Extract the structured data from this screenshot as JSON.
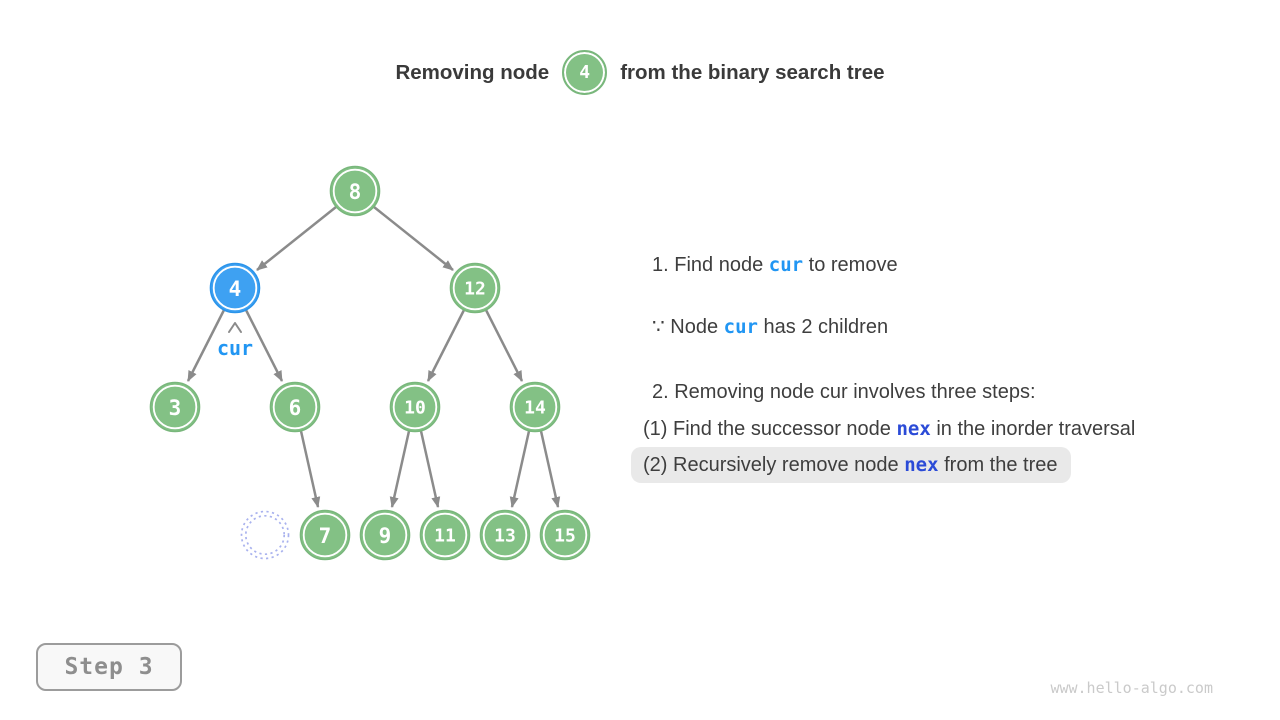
{
  "title": {
    "pre": "Removing node",
    "node_value": "4",
    "post": "from the binary search tree"
  },
  "tree": {
    "nodes": [
      {
        "value": "8"
      },
      {
        "value": "4"
      },
      {
        "value": "12"
      },
      {
        "value": "3"
      },
      {
        "value": "6"
      },
      {
        "value": "10"
      },
      {
        "value": "14"
      },
      {
        "value": "7"
      },
      {
        "value": "9"
      },
      {
        "value": "11"
      },
      {
        "value": "13"
      },
      {
        "value": "15"
      }
    ],
    "pointer_label": "cur",
    "highlighted_node": "4",
    "empty_slot": "left child of 6 (dotted placeholder)"
  },
  "instructions": {
    "line1": {
      "pre": "1. Find node ",
      "kw": "cur",
      "post": " to remove"
    },
    "line2": {
      "pre": "∵ Node ",
      "kw": "cur",
      "post": " has 2 children"
    },
    "line3": "2. Removing node cur involves three steps:",
    "line4": {
      "pre": "(1) Find the successor node ",
      "kw": "nex",
      "post": " in the inorder traversal"
    },
    "line5": {
      "pre": "(2) Recursively remove node ",
      "kw": "nex",
      "post": " from the tree"
    }
  },
  "step_badge": "Step 3",
  "watermark": "www.hello-algo.com",
  "colors": {
    "node_green": "#83c185",
    "node_blue": "#3ea1f2",
    "keyword_cur": "#2196f3",
    "keyword_nex": "#2b4bd7",
    "edge_gray": "#8b8b8b",
    "highlight_bg": "#e9e9e9",
    "dotted_placeholder": "#a9b2ee"
  }
}
